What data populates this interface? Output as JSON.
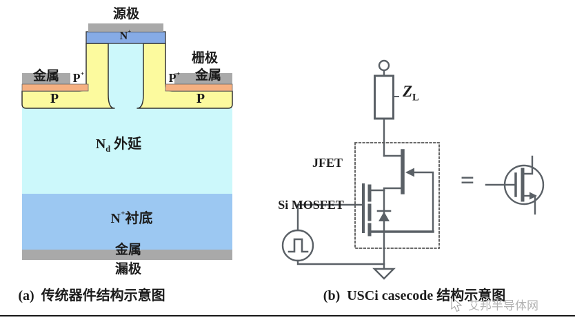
{
  "figure": {
    "panel_a": {
      "caption": "(a)  传统器件结构示意图",
      "labels": {
        "source": "源极",
        "gate": "栅极",
        "metal": "金属",
        "drain": "漏极",
        "n": "N",
        "p": "P",
        "plus": "⁺",
        "sub_d": "d",
        "epi_suffix": " 外延",
        "substrate_suffix": "衬底"
      },
      "colors": {
        "epi_cyan": "#ccf8fb",
        "substrate_blue": "#9cc8f2",
        "nplus_blue": "#86abe6",
        "p_yellow": "#fcfa9e",
        "pplus_orange": "#f5b081",
        "metal_gray": "#a9a9a9"
      }
    },
    "panel_b": {
      "caption": "(b)  USCi casecode 结构示意图",
      "labels": {
        "jfet": "JFET",
        "mosfet": "Si MOSFET",
        "load_z": "Z",
        "load_sub": "L",
        "equals": "="
      },
      "colors": {
        "circuit": "#5a6066"
      }
    },
    "watermark": "艾邦半导体网"
  }
}
